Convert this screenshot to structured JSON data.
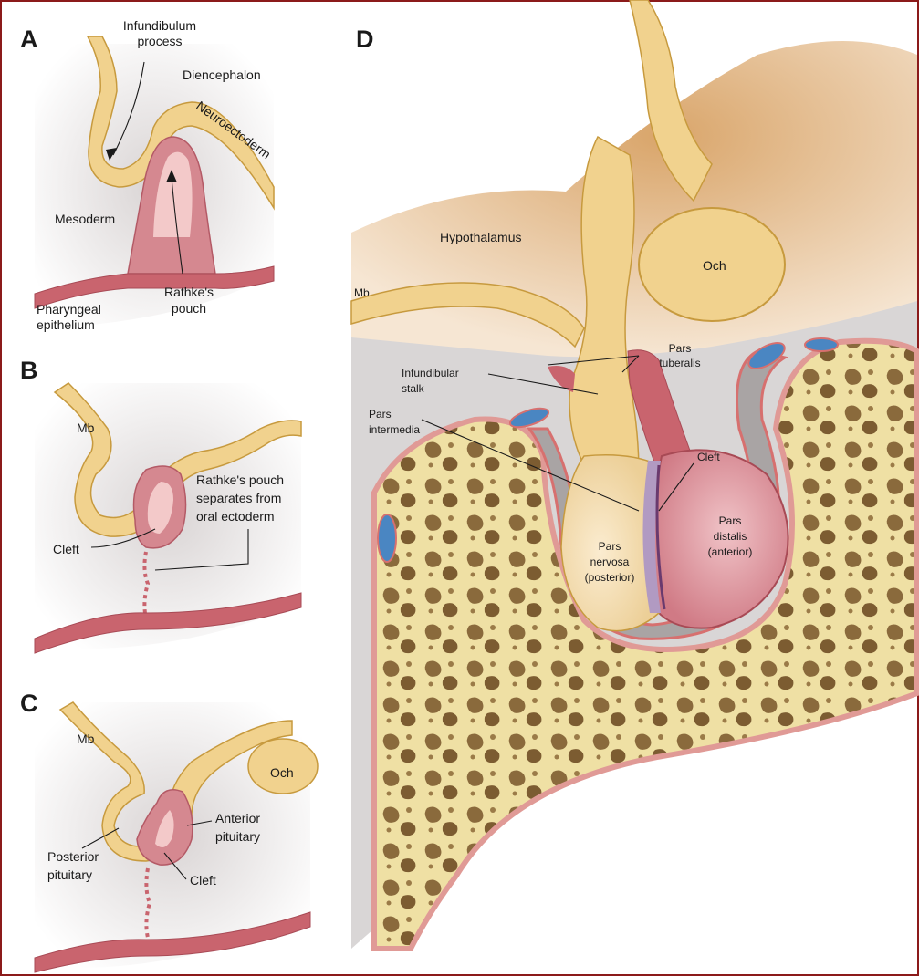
{
  "panels": {
    "a": {
      "letter": "A",
      "infundibulum_1": "Infundibulum",
      "infundibulum_2": "process",
      "diencephalon": "Diencephalon",
      "neuroectoderm": "Neuroectoderm",
      "mesoderm": "Mesoderm",
      "rathke_1": "Rathke's",
      "rathke_2": "pouch",
      "pharyngeal_1": "Pharyngeal",
      "pharyngeal_2": "epithelium"
    },
    "b": {
      "letter": "B",
      "mb": "Mb",
      "separates_1": "Rathke's pouch",
      "separates_2": "separates from",
      "separates_3": "oral ectoderm",
      "cleft": "Cleft"
    },
    "c": {
      "letter": "C",
      "mb": "Mb",
      "och": "Och",
      "anterior_1": "Anterior",
      "anterior_2": "pituitary",
      "posterior_1": "Posterior",
      "posterior_2": "pituitary",
      "cleft": "Cleft"
    },
    "d": {
      "letter": "D",
      "hypothalamus": "Hypothalamus",
      "och": "Och",
      "mb": "Mb",
      "pars_tuberalis_1": "Pars",
      "pars_tuberalis_2": "tuberalis",
      "infundibular_1": "Infundibular",
      "infundibular_2": "stalk",
      "pars_intermedia_1": "Pars",
      "pars_intermedia_2": "intermedia",
      "cleft": "Cleft",
      "pars_distalis_1": "Pars",
      "pars_distalis_2": "distalis",
      "pars_distalis_3": "(anterior)",
      "pars_nervosa_1": "Pars",
      "pars_nervosa_2": "nervosa",
      "pars_nervosa_3": "(posterior)"
    }
  },
  "colors": {
    "frame": "#8b1a1a",
    "neural_tan": "#f1d28e",
    "neural_outline": "#c79a3e",
    "pouch_pink": "#d58890",
    "pouch_light": "#f3c9c9",
    "epithelium": "#c9646e",
    "mesoderm_gray": "#d8d3d3",
    "bone_yellow": "#efe0a4",
    "bone_spot": "#8a6a3c",
    "hypothalamus": "#e3bd8a",
    "vessel_blue": "#4a86c2"
  }
}
